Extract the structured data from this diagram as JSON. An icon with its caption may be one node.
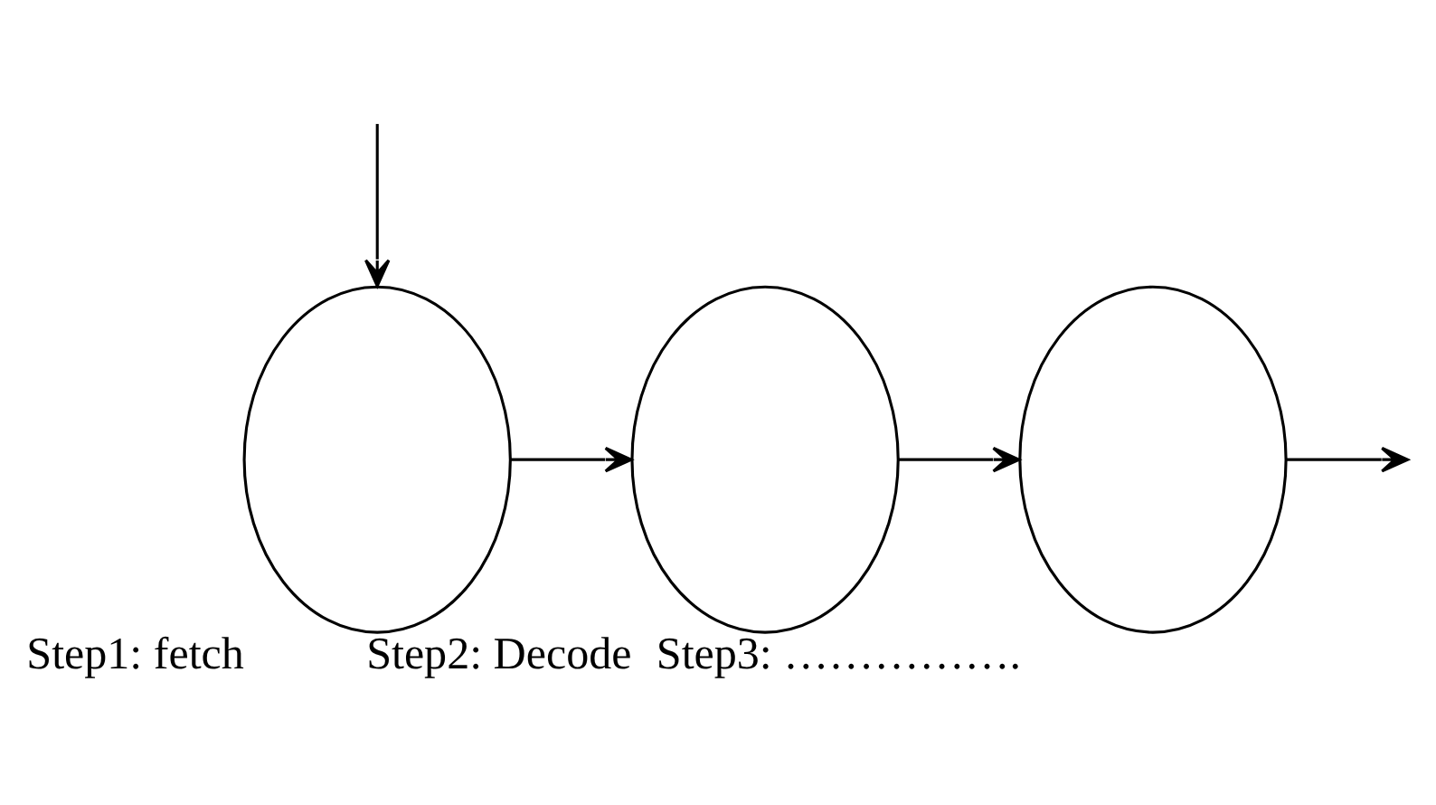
{
  "diagram": {
    "nodes": [
      {
        "text": [
          "Step1: fetch"
        ]
      },
      {
        "text": [
          "Step2: Decode"
        ]
      },
      {
        "text": [
          "Step3: ……………."
        ]
      }
    ],
    "edges": [
      {
        "from": 0,
        "to": 1,
        "arrow": "to"
      },
      {
        "from": 1,
        "to": 2,
        "arrow": "to"
      },
      {
        "from": 2,
        "to": null,
        "arrow": "to"
      },
      {
        "from": null,
        "to": 0,
        "arrow": "to"
      }
    ]
  }
}
